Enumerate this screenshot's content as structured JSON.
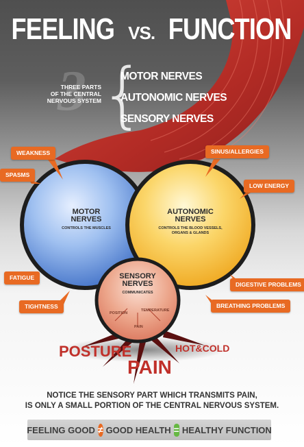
{
  "title": {
    "part1": "FEELING",
    "part2": "VS.",
    "part3": "FUNCTION"
  },
  "intro": {
    "number": "3",
    "caption": [
      "THREE PARTS",
      "OF THE CENTRAL",
      "NERVOUS SYSTEM"
    ],
    "items": [
      "MOTOR NERVES",
      "AUTONOMIC NERVES",
      "SENSORY NERVES"
    ]
  },
  "motor": {
    "title": [
      "MOTOR",
      "NERVES"
    ],
    "subtitle": "CONTROLS THE MUSCLES"
  },
  "autonomic": {
    "title": [
      "AUTONOMIC",
      "NERVES"
    ],
    "subtitle": [
      "CONTROLS THE BLOOD VESSELS,",
      "ORGANS & GLANDS"
    ]
  },
  "sensory": {
    "title": [
      "SENSORY",
      "NERVES"
    ],
    "subtitle": "COMMUNICATES",
    "sub_labels": [
      "POSITION",
      "TEMPERATURE",
      "PAIN"
    ]
  },
  "tags": {
    "weakness": "WEAKNESS",
    "spasms": "SPASMS",
    "fatigue": "FATIGUE",
    "tightness": "TIGHTNESS",
    "sinus": "SINUS/ALLERGIES",
    "low_energy": "LOW ENERGY",
    "digestive": "DIGESTIVE PROBLEMS",
    "breathing": "BREATHING PROBLEMS"
  },
  "outputs": {
    "posture": "POSTURE",
    "pain": "PAIN",
    "hot_cold": "HOT&COLD"
  },
  "notice": [
    "NOTICE THE SENSORY PART WHICH TRANSMITS PAIN,",
    "IS ONLY A SMALL PORTION OF THE CENTRAL NERVOUS SYSTEM."
  ],
  "footer": {
    "feeling": "FEELING GOOD",
    "health": "GOOD HEALTH",
    "function": "HEALTHY FUNCTION",
    "neq_symbol": "≠",
    "eq_symbol": "="
  },
  "colors": {
    "accent_orange": "#e86a23",
    "muscle_red": "#c0302a",
    "motor_blue": "#4f7fd0",
    "autonomic_yellow": "#f3b21d",
    "sensory_salmon": "#e28a6c",
    "equal_green": "#66b843"
  }
}
